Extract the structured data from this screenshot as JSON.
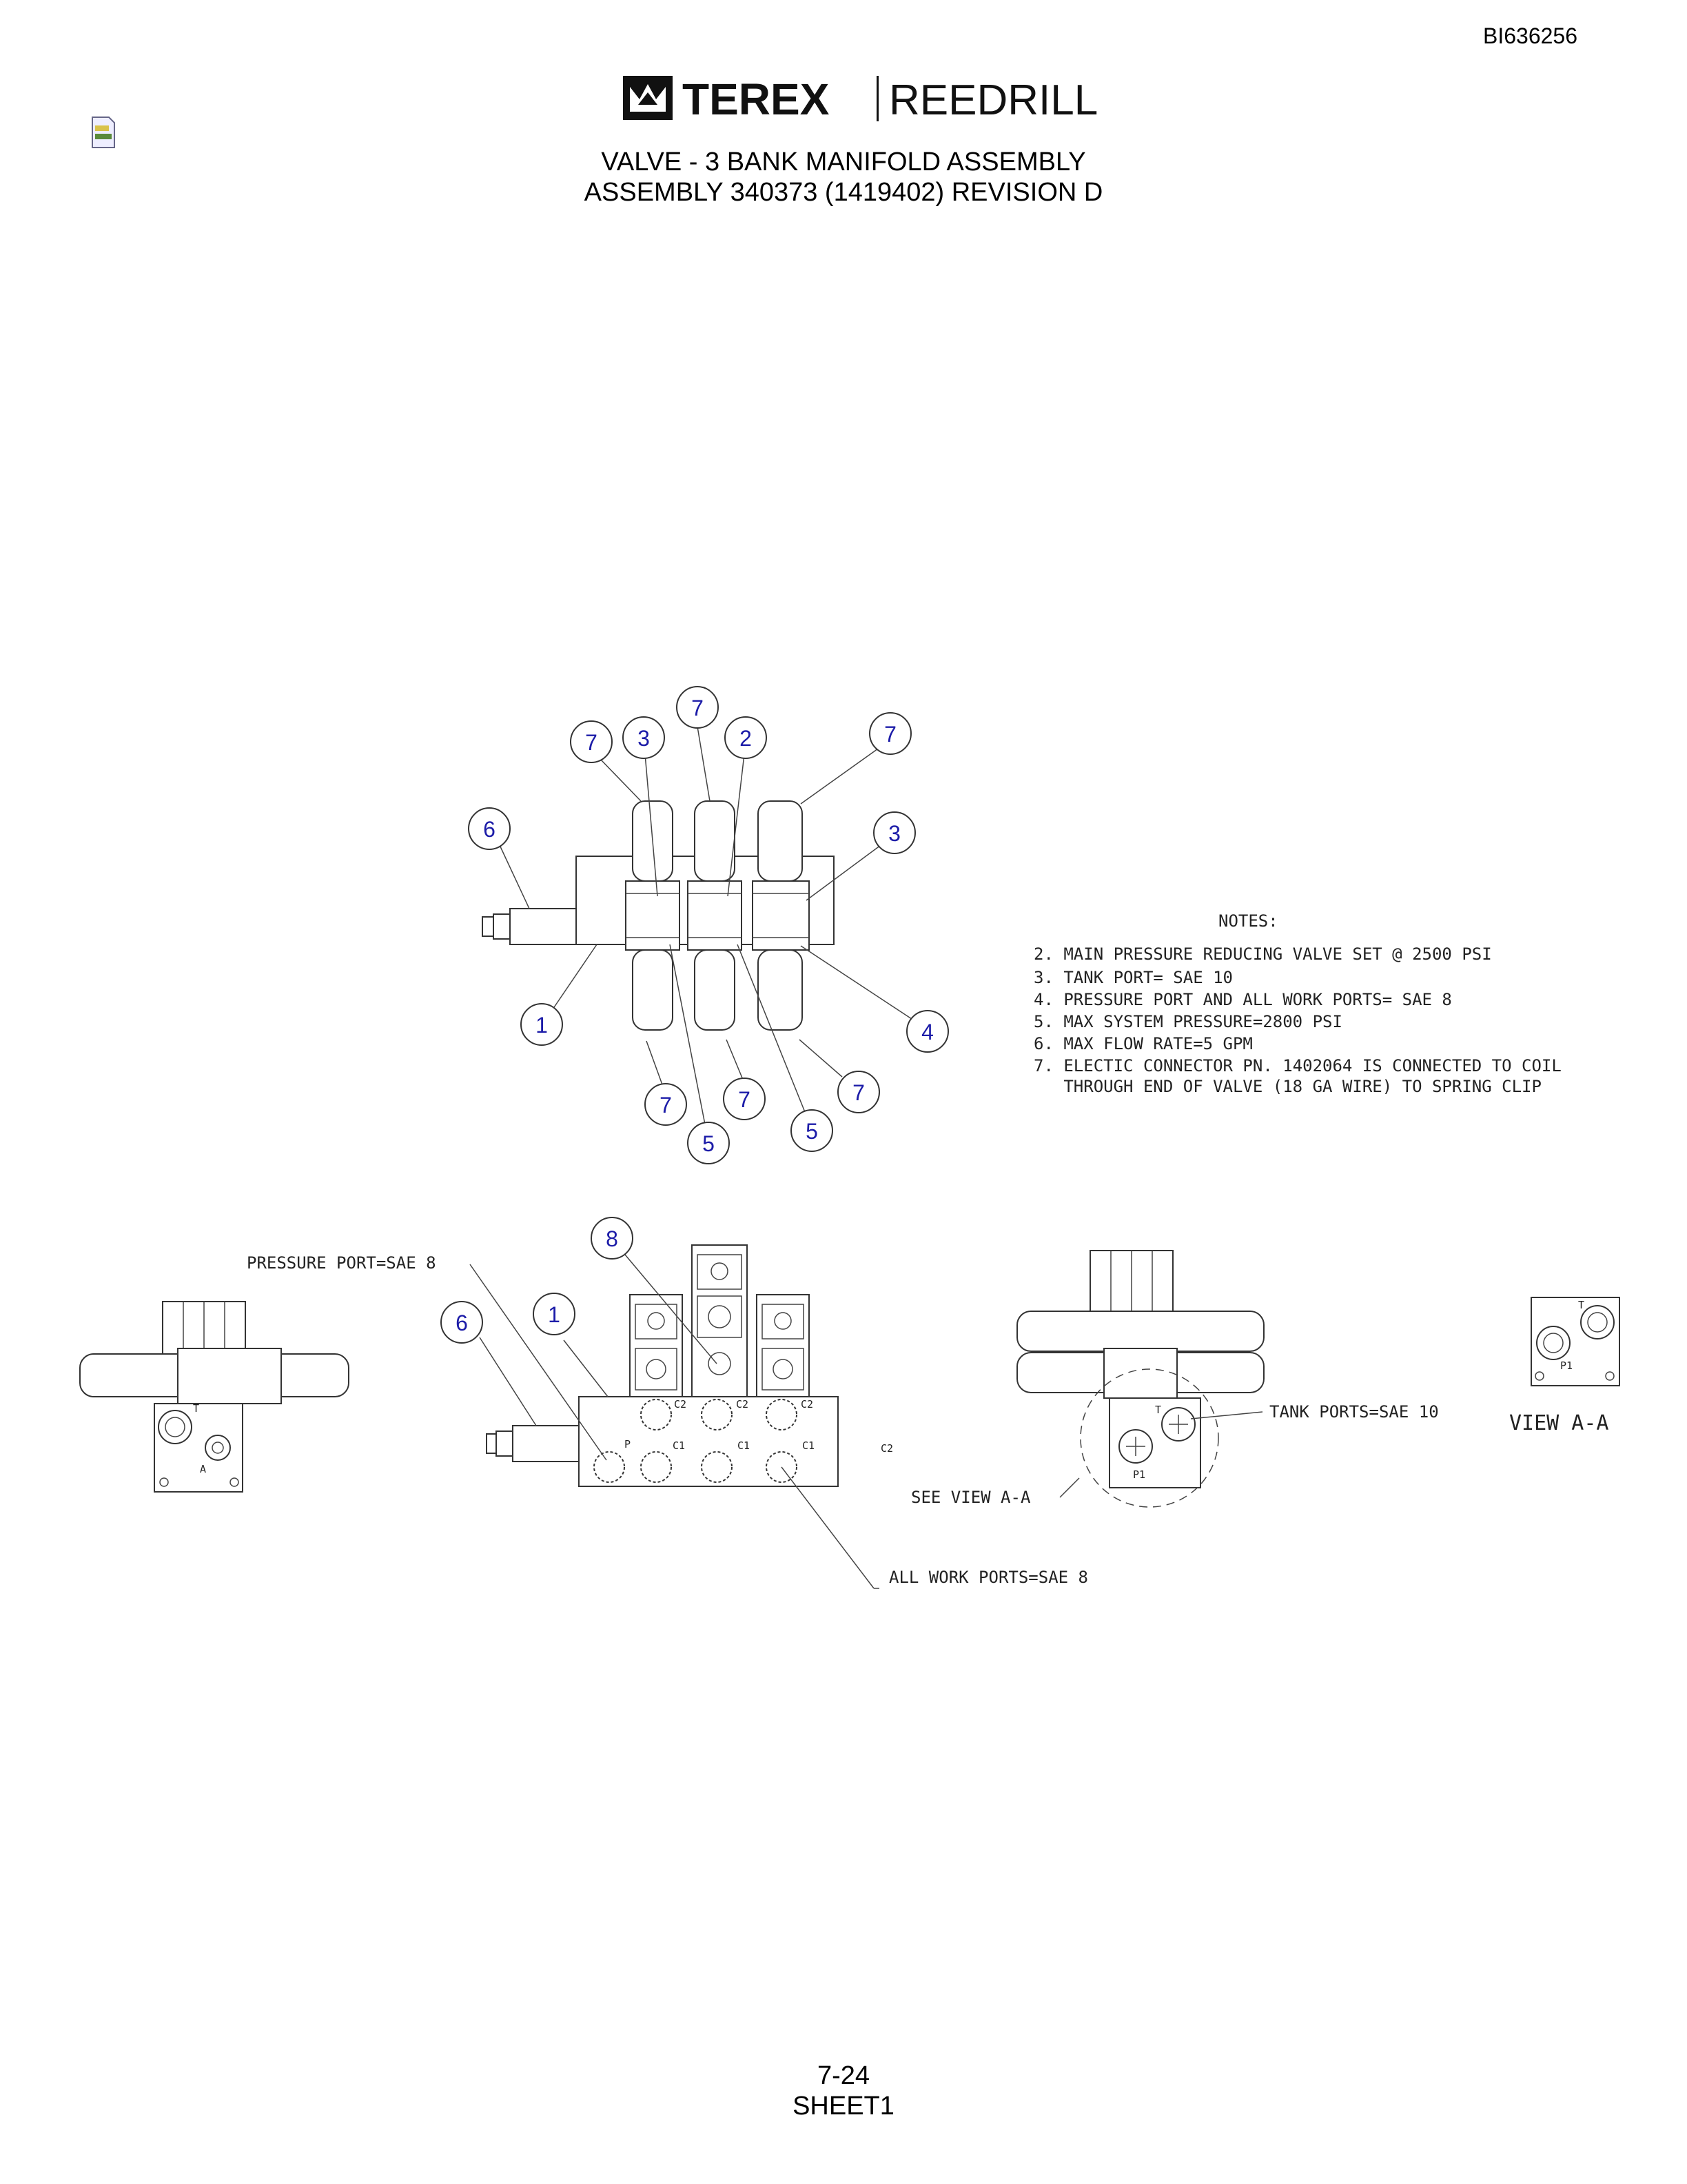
{
  "doc_id": "BI636256",
  "brand": {
    "name": "TEREX",
    "sub": "REEDRILL"
  },
  "title_line1": "VALVE - 3 BANK MANIFOLD ASSEMBLY",
  "title_line2": "ASSEMBLY 340373 (1419402) REVISION D",
  "notes": {
    "heading": "NOTES:",
    "items": [
      "2. MAIN PRESSURE REDUCING VALVE SET @ 2500 PSI",
      "3. TANK PORT= SAE 10",
      "4. PRESSURE PORT AND ALL WORK PORTS= SAE 8",
      "5. MAX SYSTEM PRESSURE=2800 PSI",
      "6. MAX FLOW RATE=5 GPM",
      "7. ELECTIC CONNECTOR PN. 1402064 IS CONNECTED TO  COIL",
      "   THROUGH END OF VALVE (18 GA WIRE) TO SPRING CLIP"
    ]
  },
  "callouts": {
    "pressure_port": "PRESSURE PORT=SAE 8",
    "tank_ports": "TANK PORTS=SAE 10",
    "see_view": "SEE VIEW A-A",
    "work_ports": "ALL WORK PORTS=SAE 8",
    "view_aa": "VIEW A-A"
  },
  "port_labels": {
    "c1": "C1",
    "c2": "C2",
    "p": "P",
    "t": "T",
    "a": "A",
    "p1": "P1"
  },
  "balloons": {
    "b1": "1",
    "b2": "2",
    "b3": "3",
    "b4": "4",
    "b5": "5",
    "b6": "6",
    "b7": "7",
    "b8": "8"
  },
  "footer": {
    "page": "7-24",
    "sheet": "SHEET1"
  }
}
